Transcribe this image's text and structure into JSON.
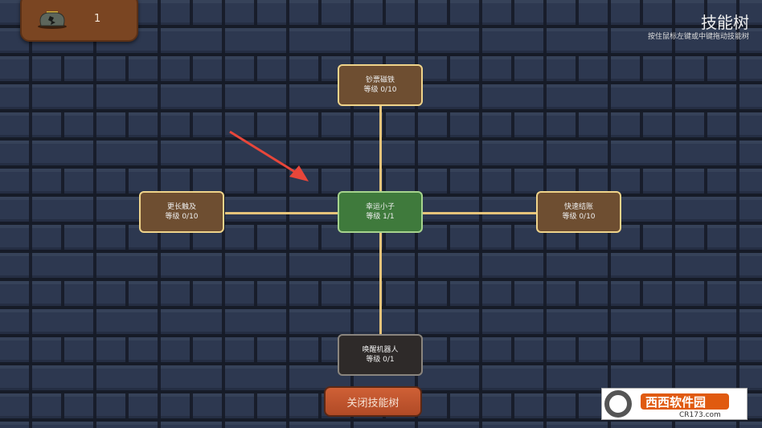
{
  "currency": {
    "icon": "coin-purse-icon",
    "value": "1"
  },
  "header": {
    "title": "技能树",
    "hint": "按住鼠标左键或中键拖动技能树"
  },
  "nodes": {
    "top": {
      "name": "钞票磁铁",
      "level": "等级 0/10"
    },
    "left": {
      "name": "更长触及",
      "level": "等级 0/10"
    },
    "center": {
      "name": "幸运小子",
      "level": "等级 1/1"
    },
    "right": {
      "name": "快速结账",
      "level": "等级 0/10"
    },
    "bottom": {
      "name": "唤醒机器人",
      "level": "等级 0/1"
    }
  },
  "close_button": "关闭技能树",
  "watermark": {
    "brand": "西西软件园",
    "url": "CR173.com"
  },
  "colors": {
    "line": "#e6c47a",
    "node_locked": "#6e4e31",
    "node_owned": "#3f7a3c",
    "node_unavailable": "#2e2a29",
    "button": "#c4562e"
  }
}
